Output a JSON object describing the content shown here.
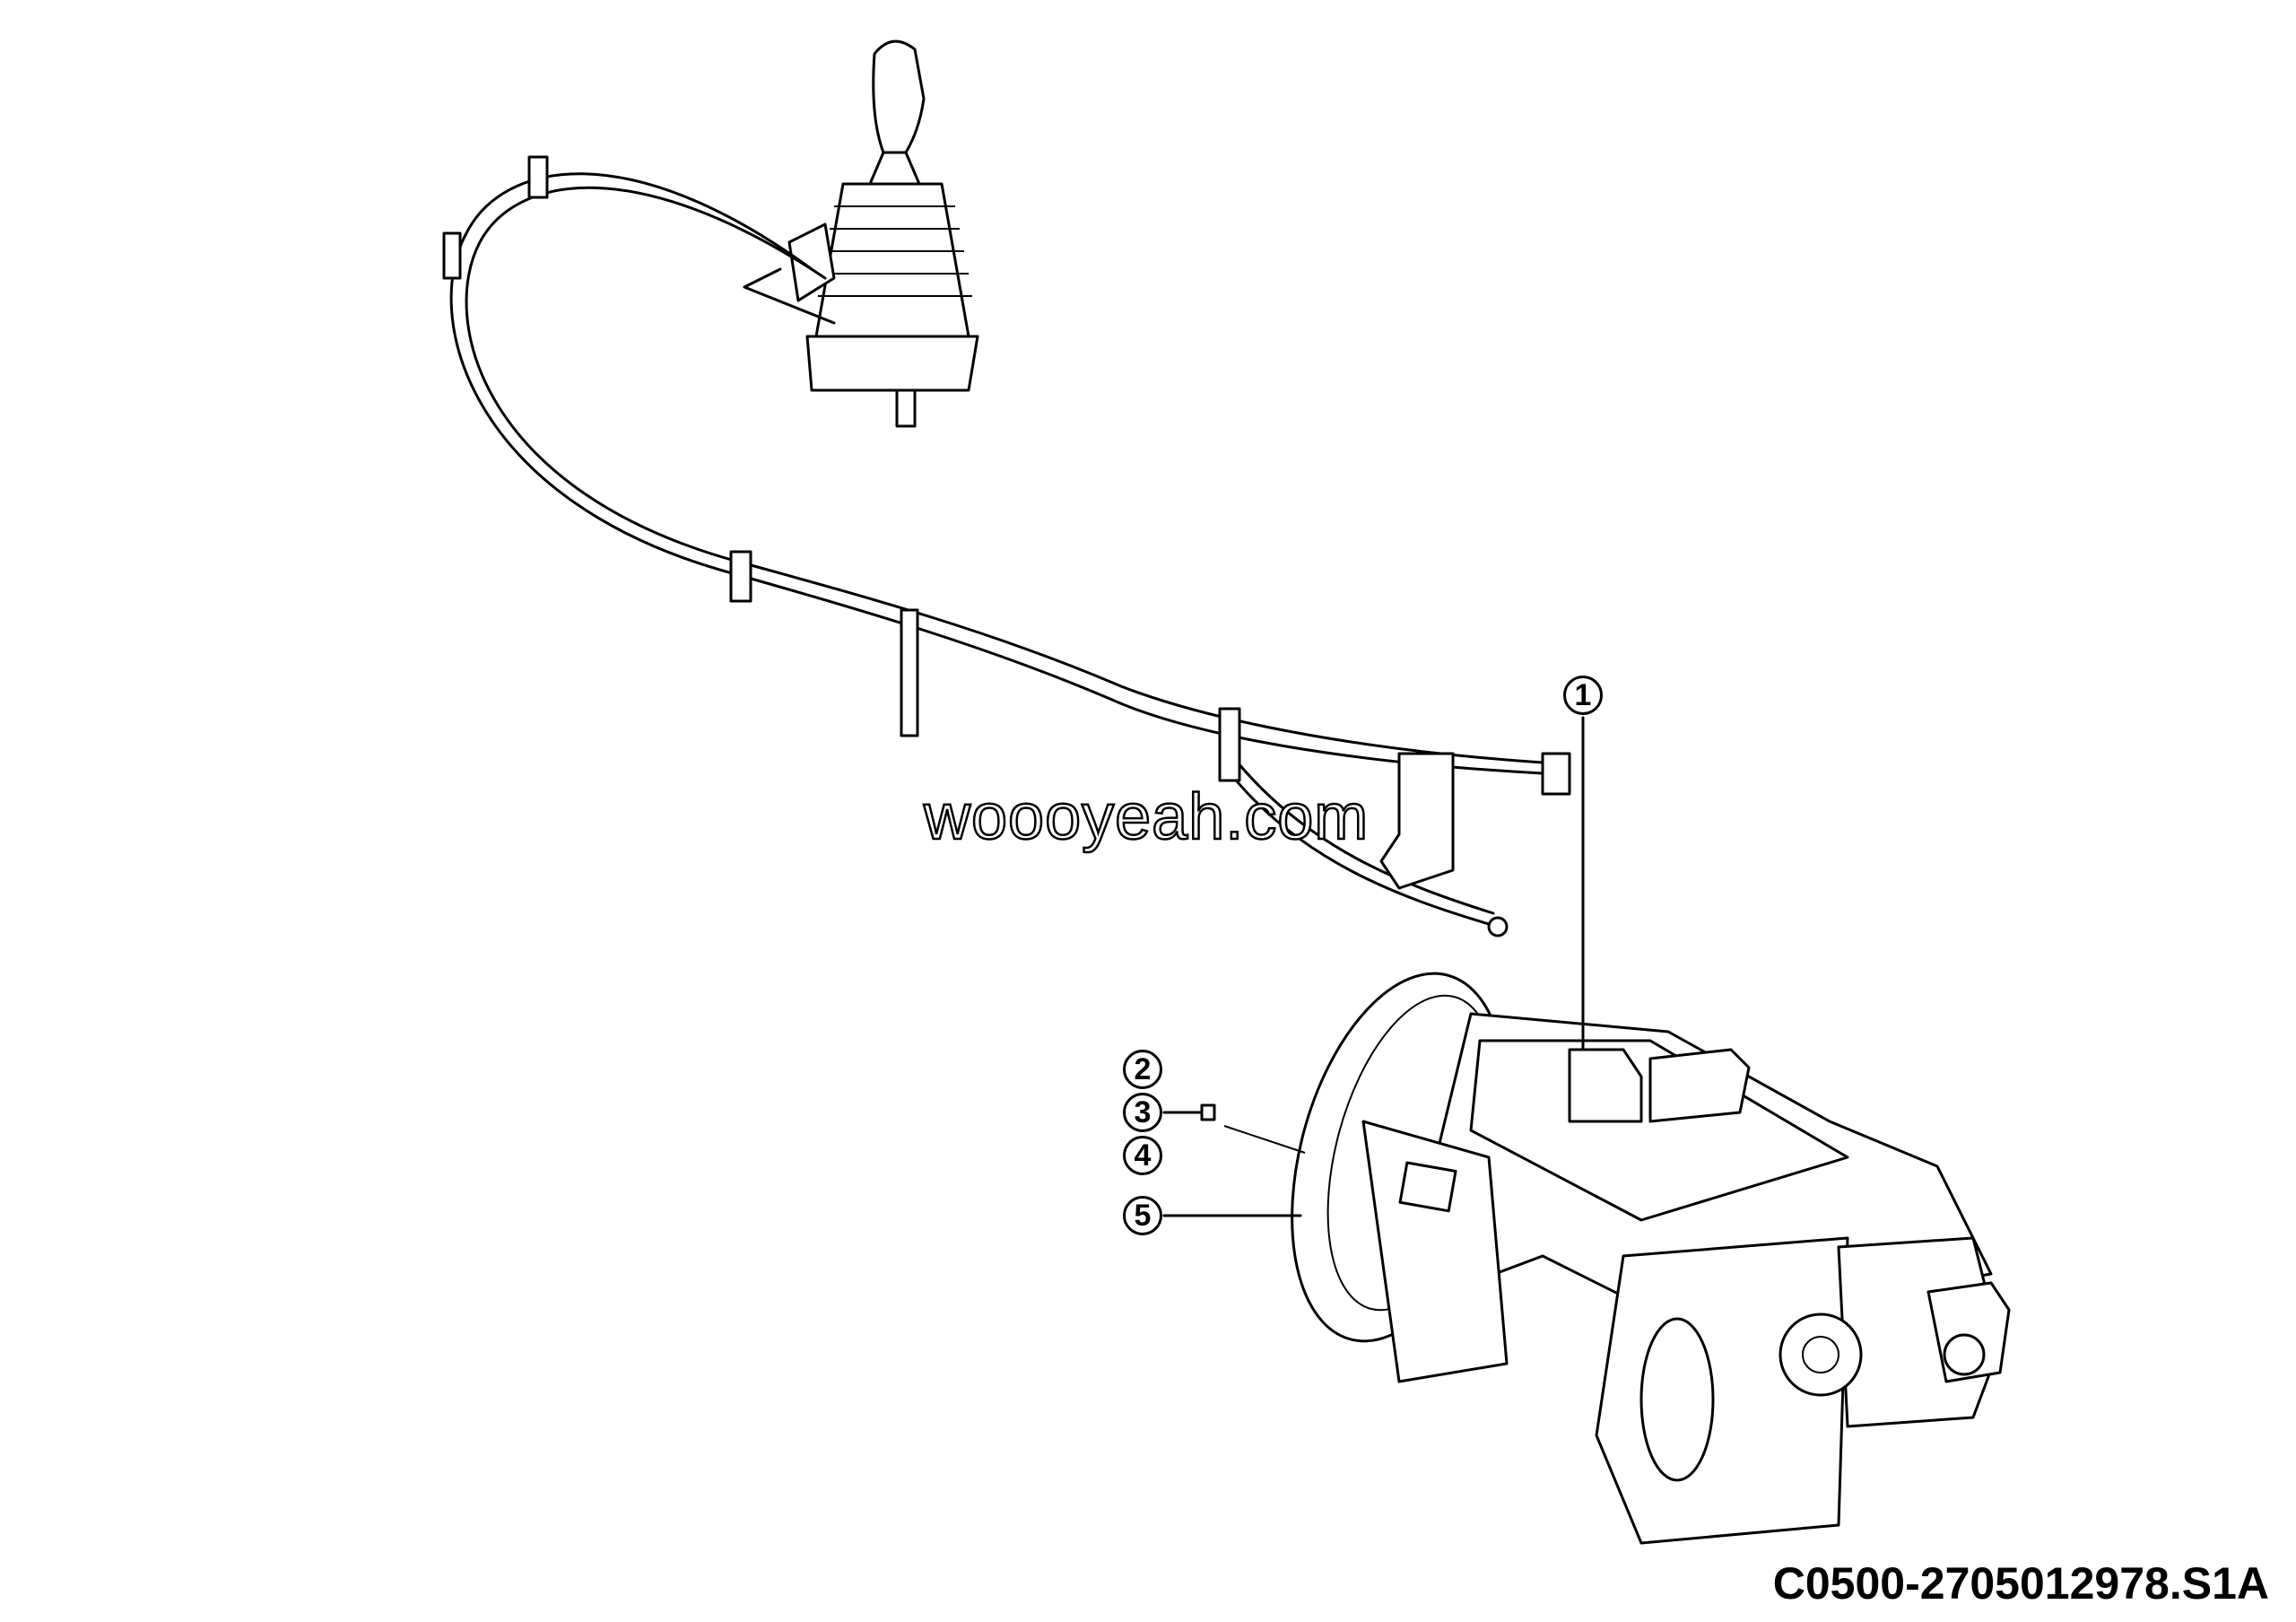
{
  "diagram": {
    "callouts": [
      "1",
      "2",
      "3",
      "4",
      "5"
    ],
    "watermark": "woooyeah.com",
    "drawing_code": "C0500-2705012978.S1A"
  }
}
